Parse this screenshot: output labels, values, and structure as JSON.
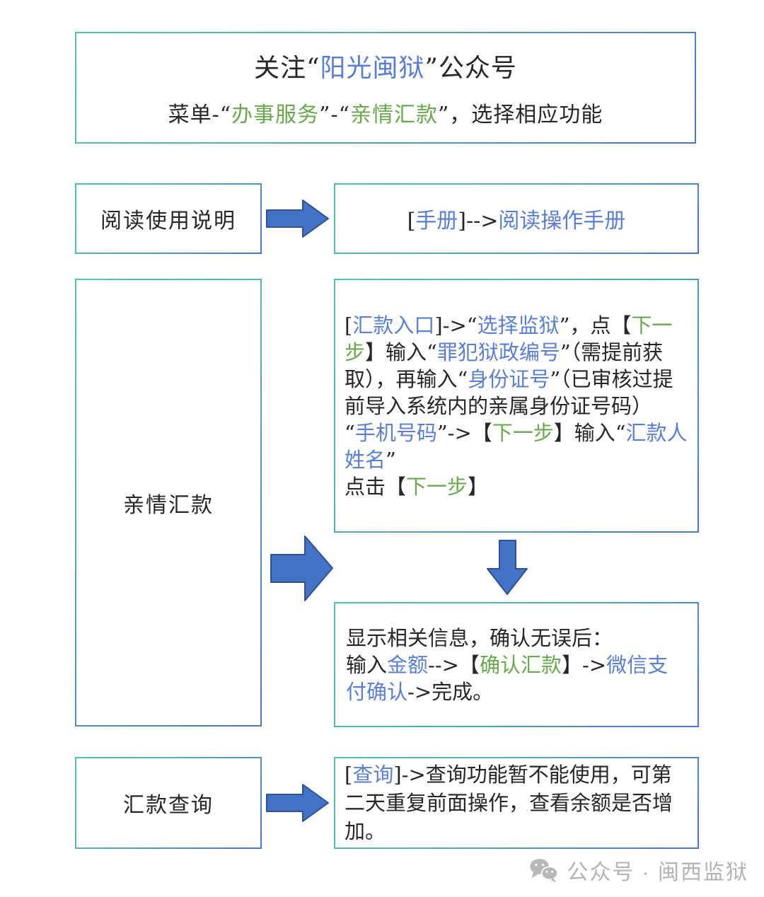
{
  "colors": {
    "accent_blue": "#5b7fd0",
    "accent_green": "#6aa84f",
    "text_black": "#262626",
    "border_teal": "#4ec3a6",
    "border_blue": "#4e73c4",
    "arrow_fill": "#4472c4",
    "arrow_stroke": "#2f528f",
    "footer_gray": "#b3b3b3"
  },
  "header": {
    "line1": [
      {
        "t": "关注“",
        "c": "k"
      },
      {
        "t": "阳光闽狱",
        "c": "b"
      },
      {
        "t": "”公众号",
        "c": "k"
      }
    ],
    "line2": [
      {
        "t": "菜单-“",
        "c": "k"
      },
      {
        "t": "办事服务",
        "c": "g"
      },
      {
        "t": "”-“",
        "c": "k"
      },
      {
        "t": "亲情汇款",
        "c": "g"
      },
      {
        "t": "”，选择相应功能",
        "c": "k"
      }
    ]
  },
  "rows": {
    "manual": {
      "label": "阅读使用说明",
      "content": [
        {
          "t": "[",
          "c": "k"
        },
        {
          "t": "手册",
          "c": "b"
        },
        {
          "t": "]-->",
          "c": "k"
        },
        {
          "t": "阅读操作手册",
          "c": "b"
        }
      ]
    },
    "remit": {
      "label": "亲情汇款",
      "steps": [
        [
          {
            "t": "[",
            "c": "k"
          },
          {
            "t": "汇款入口",
            "c": "b"
          },
          {
            "t": "]->“",
            "c": "k"
          },
          {
            "t": "选择监狱",
            "c": "b"
          },
          {
            "t": "”，点【",
            "c": "k"
          },
          {
            "t": "下一步",
            "c": "g"
          },
          {
            "t": "】输入“",
            "c": "k"
          },
          {
            "t": "罪犯狱政编号",
            "c": "b"
          },
          {
            "t": "”（需提前获取），再输入“",
            "c": "k"
          },
          {
            "t": "身份证号",
            "c": "b"
          },
          {
            "t": "”（已审核过提前导入系统内的亲属身份证号码）",
            "c": "k"
          }
        ],
        [
          {
            "t": "“",
            "c": "k"
          },
          {
            "t": "手机号码",
            "c": "b"
          },
          {
            "t": "”->【",
            "c": "k"
          },
          {
            "t": "下一步",
            "c": "g"
          },
          {
            "t": "】输入“",
            "c": "k"
          },
          {
            "t": "汇款人姓名",
            "c": "b"
          },
          {
            "t": "”",
            "c": "k"
          }
        ],
        [
          {
            "t": "点击【",
            "c": "k"
          },
          {
            "t": "下一步",
            "c": "g"
          },
          {
            "t": "】",
            "c": "k"
          }
        ]
      ],
      "result": [
        [
          {
            "t": "显示相关信息，确认无误后：",
            "c": "k"
          }
        ],
        [
          {
            "t": "输入",
            "c": "k"
          },
          {
            "t": "金额",
            "c": "b"
          },
          {
            "t": "-->【",
            "c": "k"
          },
          {
            "t": "确认汇款",
            "c": "g"
          },
          {
            "t": "】->",
            "c": "k"
          },
          {
            "t": "微信支付确认",
            "c": "b"
          },
          {
            "t": "->完成。",
            "c": "k"
          }
        ]
      ]
    },
    "query": {
      "label": "汇款查询",
      "content": [
        {
          "t": "[",
          "c": "k"
        },
        {
          "t": "查询",
          "c": "b"
        },
        {
          "t": "]->查询功能暂不能使用，可第二天重复前面操作，查看余额是否增加。",
          "c": "k"
        }
      ]
    }
  },
  "footer": {
    "text": "公众号 · 闽西监狱"
  }
}
